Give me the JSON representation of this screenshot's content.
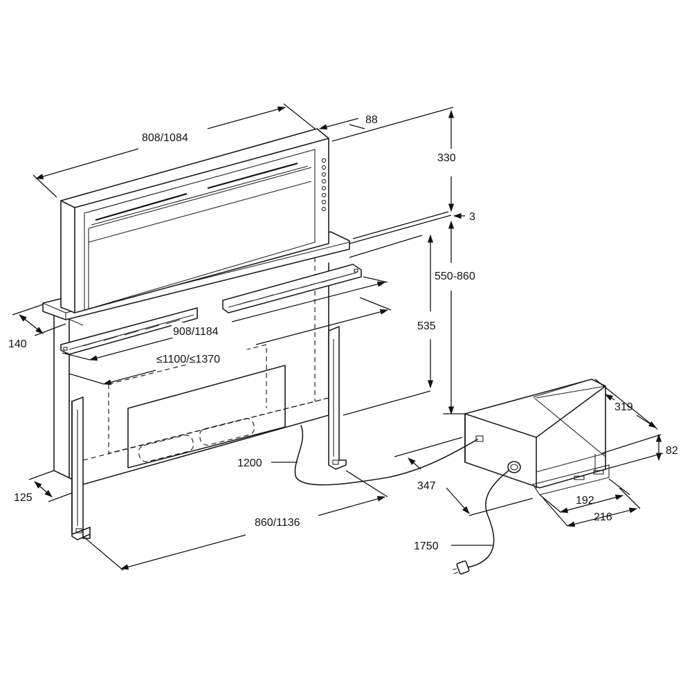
{
  "diagram": {
    "dimensions": {
      "width_top": "808/1084",
      "depth_top": "88",
      "height_raise": "330",
      "gap": "3",
      "install_depth": "550-860",
      "height_body": "535",
      "flange_depth": "140",
      "bracket_width": "908/1184",
      "cutout_width": "≤1100/≤1370",
      "cable_length": "1200",
      "bottom_depth": "125",
      "body_width": "860/1136",
      "motor_depth": "319",
      "motor_height": "82",
      "motor_width": "347",
      "motor_base1": "192",
      "motor_base2": "216",
      "power_cable": "1750"
    }
  }
}
